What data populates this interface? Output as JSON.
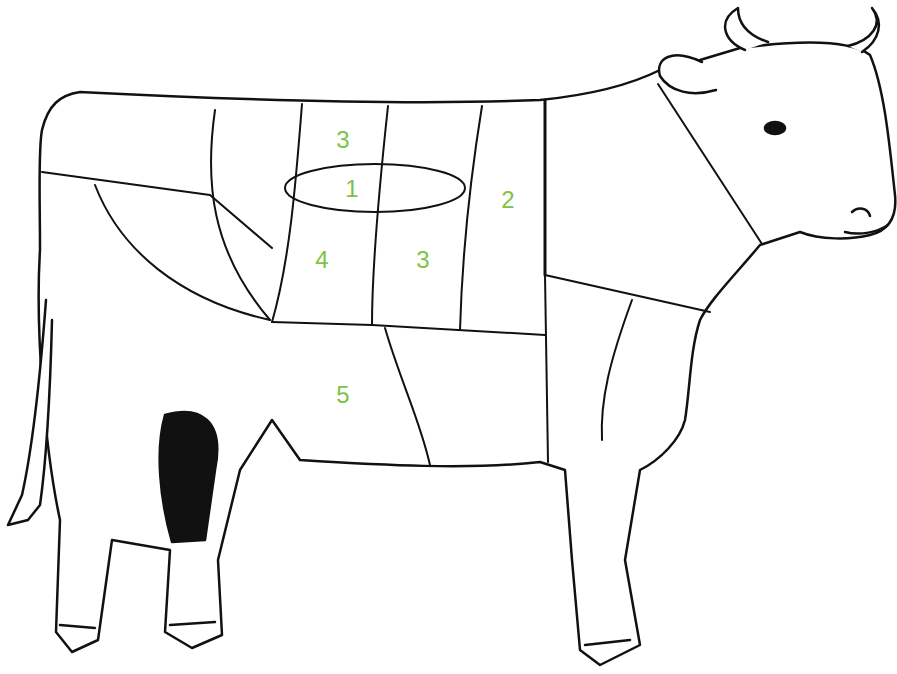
{
  "diagram": {
    "labels": [
      "3",
      "1",
      "2",
      "4",
      "3",
      "5"
    ]
  }
}
